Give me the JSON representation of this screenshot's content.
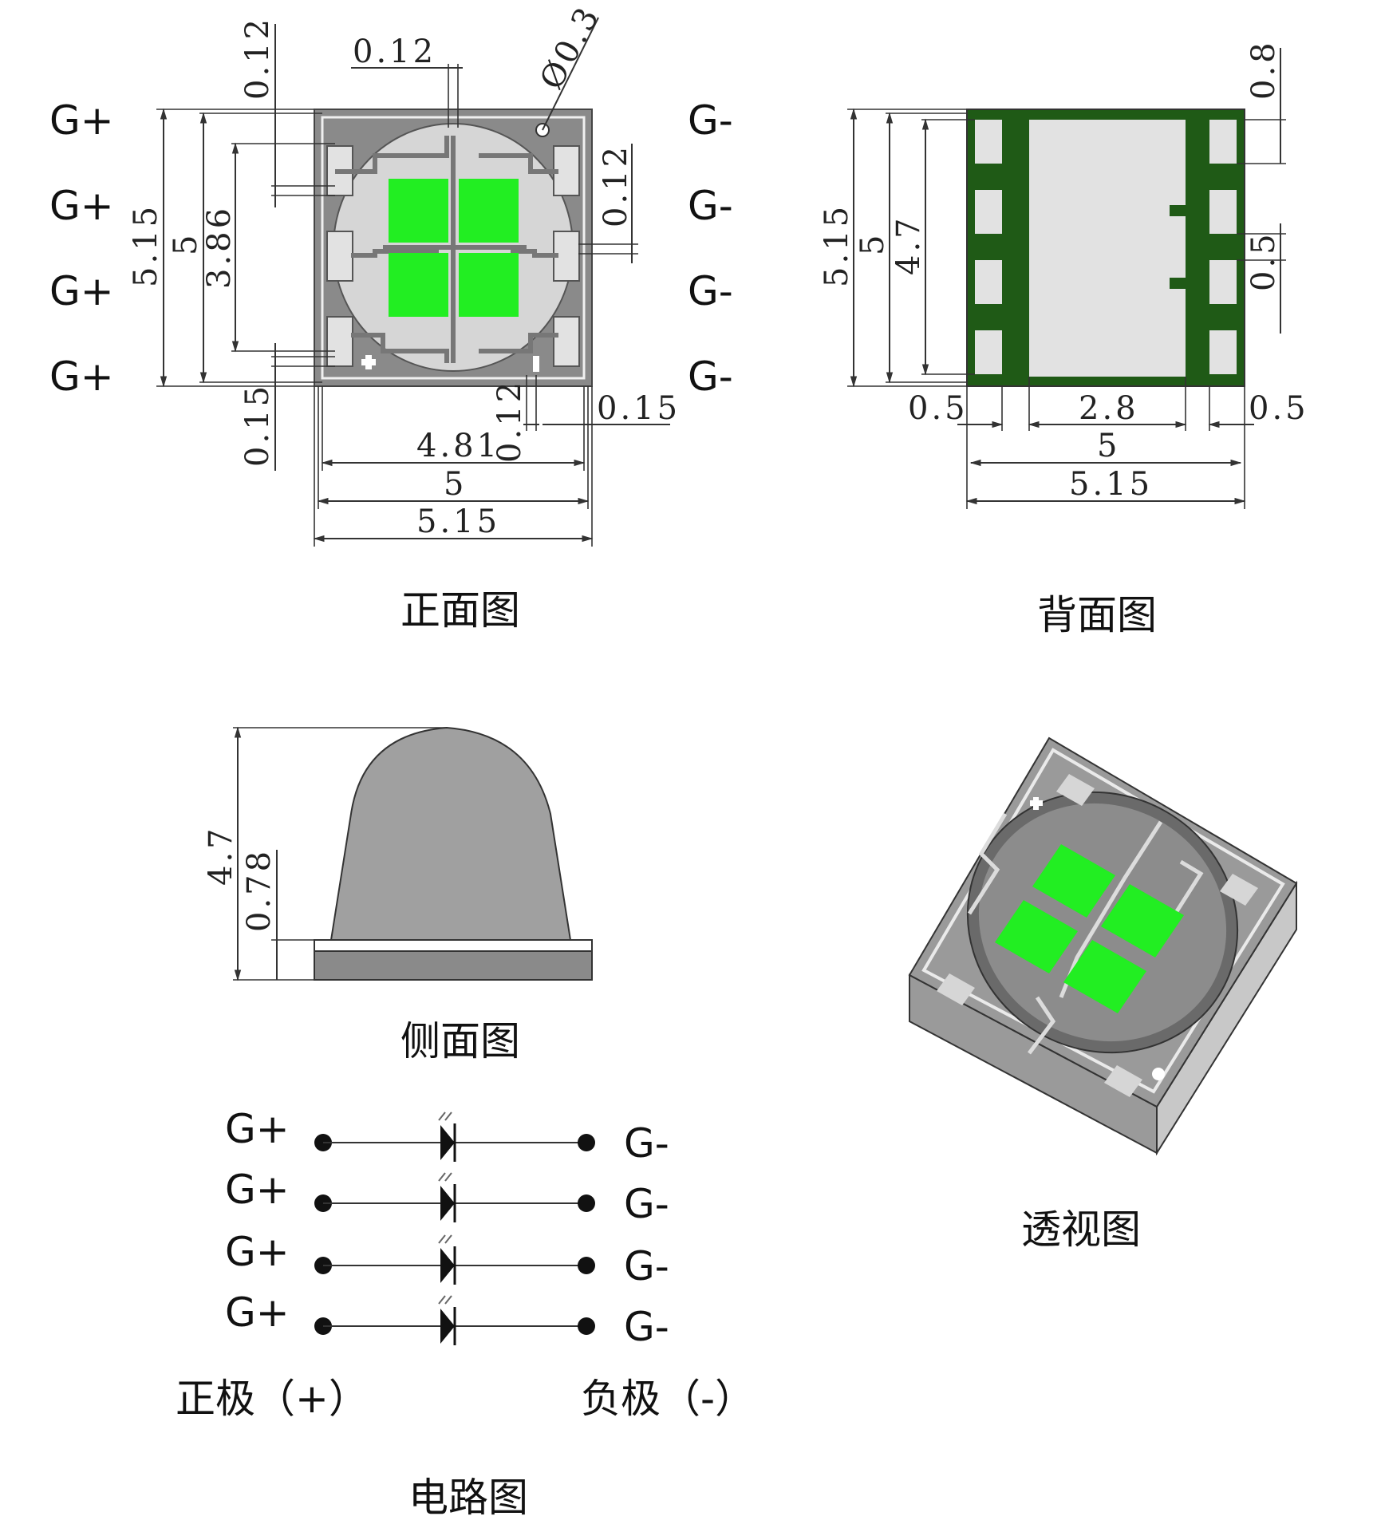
{
  "views": {
    "front": {
      "title": "正面图",
      "left_labels": [
        "G+",
        "G+",
        "G+",
        "G+"
      ],
      "right_labels": [
        "G-",
        "G-",
        "G-",
        "G-"
      ],
      "dims": {
        "top_012": "0.12",
        "top_012b": "0.12",
        "dia": "Ø0.3",
        "right_012": "0.12",
        "h515": "5.15",
        "h5": "5",
        "h386": "3.86",
        "bot_015": "0.15",
        "bot_012": "0.12",
        "bot_015r": "0.15",
        "w481": "4.81",
        "w5": "5",
        "w515": "5.15"
      },
      "colors": {
        "body": "#8a8a8a",
        "pad": "#e2e2e2",
        "chip": "#22ee22"
      }
    },
    "back": {
      "title": "背面图",
      "dims": {
        "h515": "5.15",
        "h5": "5",
        "h47": "4.7",
        "r08": "0.8",
        "r05": "0.5",
        "b05l": "0.5",
        "b28": "2.8",
        "b05r": "0.5",
        "w5": "5",
        "w515": "5.15"
      },
      "colors": {
        "body": "#1f5a16",
        "pad": "#e2e2e2"
      }
    },
    "side": {
      "title": "侧面图",
      "dims": {
        "h47": "4.7",
        "h078": "0.78"
      },
      "colors": {
        "dome": "#a0a0a0",
        "base": "#8a8a8a"
      }
    },
    "perspective": {
      "title": "透视图",
      "colors": {
        "chip": "#22ee22",
        "body": "#9a9a9a",
        "dark": "#6a6a6a"
      }
    },
    "circuit": {
      "title": "电路图",
      "left_labels": [
        "G+",
        "G+",
        "G+",
        "G+"
      ],
      "right_labels": [
        "G-",
        "G-",
        "G-",
        "G-"
      ],
      "positive_label": "正极（+）",
      "negative_label": "负极（-）"
    }
  }
}
